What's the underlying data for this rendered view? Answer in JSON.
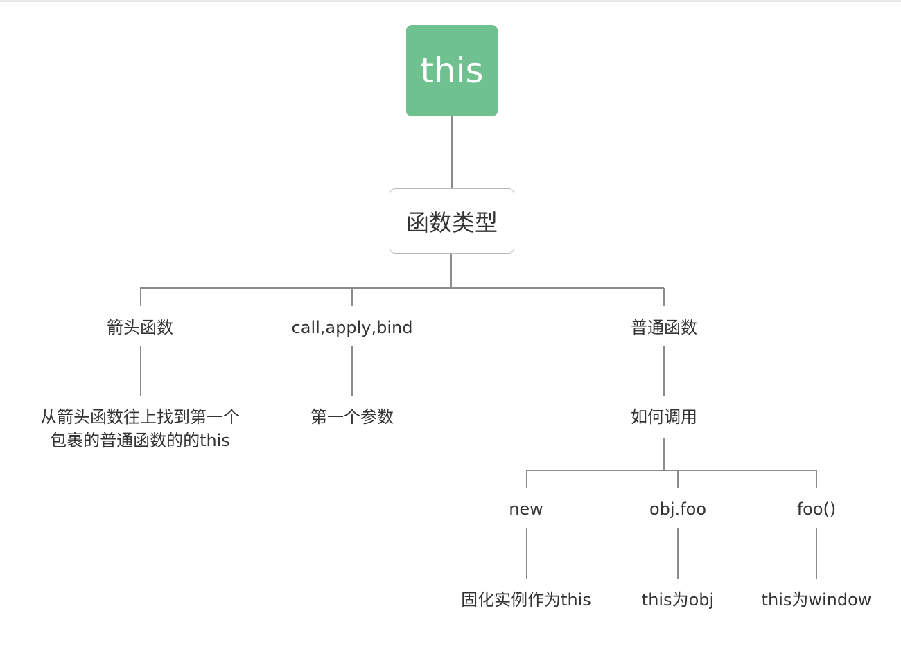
{
  "diagram": {
    "root": {
      "label": "this"
    },
    "function_type": {
      "label": "函数类型"
    },
    "branches": {
      "arrow": {
        "label": "箭头函数",
        "result_lines": [
          "从箭头函数往上找到第一个",
          "包裹的普通函数的的this"
        ]
      },
      "call_apply_bind": {
        "label": "call,apply,bind",
        "result": "第一个参数"
      },
      "normal": {
        "label": "普通函数",
        "how_called": "如何调用",
        "cases": {
          "new": {
            "label": "new",
            "result": "固化实例作为this"
          },
          "obj_foo": {
            "label": "obj.foo",
            "result": "this为obj"
          },
          "foo_call": {
            "label": "foo()",
            "result": "this为window"
          }
        }
      }
    },
    "colors": {
      "root_fill": "#6fc18f",
      "connector": "#8c8c8c",
      "box_border": "#b8b8b8",
      "text": "#333333"
    }
  }
}
